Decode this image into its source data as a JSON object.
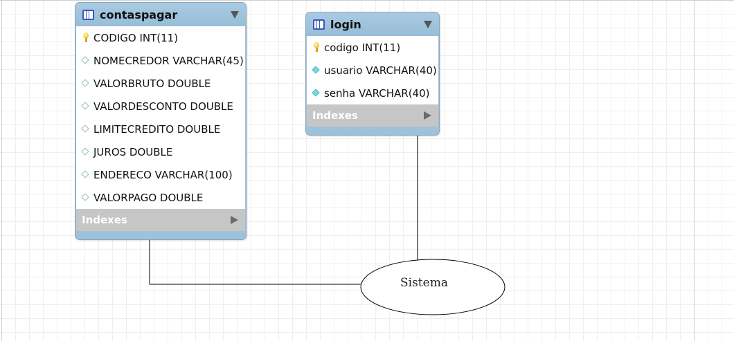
{
  "tables": [
    {
      "name": "contaspagar",
      "columns": [
        {
          "text": "CODIGO INT(11)",
          "icon": "primary-key-icon"
        },
        {
          "text": "NOMECREDOR VARCHAR(45)",
          "icon": "column-diamond-icon"
        },
        {
          "text": "VALORBRUTO DOUBLE",
          "icon": "column-diamond-icon"
        },
        {
          "text": "VALORDESCONTO DOUBLE",
          "icon": "column-diamond-icon"
        },
        {
          "text": "LIMITECREDITO DOUBLE",
          "icon": "column-diamond-icon"
        },
        {
          "text": "JUROS DOUBLE",
          "icon": "column-diamond-icon"
        },
        {
          "text": "ENDERECO VARCHAR(100)",
          "icon": "column-diamond-icon"
        },
        {
          "text": "VALORPAGO DOUBLE",
          "icon": "column-diamond-icon"
        }
      ],
      "indexes_label": "Indexes"
    },
    {
      "name": "login",
      "columns": [
        {
          "text": "codigo INT(11)",
          "icon": "primary-key-icon"
        },
        {
          "text": "usuario VARCHAR(40)",
          "icon": "not-null-diamond-icon"
        },
        {
          "text": "senha VARCHAR(40)",
          "icon": "not-null-diamond-icon"
        }
      ],
      "indexes_label": "Indexes"
    }
  ],
  "entity": {
    "label": "Sistema"
  },
  "colors": {
    "header": "#9ec2db",
    "indexes_bar": "#c6c6c6",
    "icon_blue": "#3a57b5",
    "key_yellow": "#e0b310"
  }
}
